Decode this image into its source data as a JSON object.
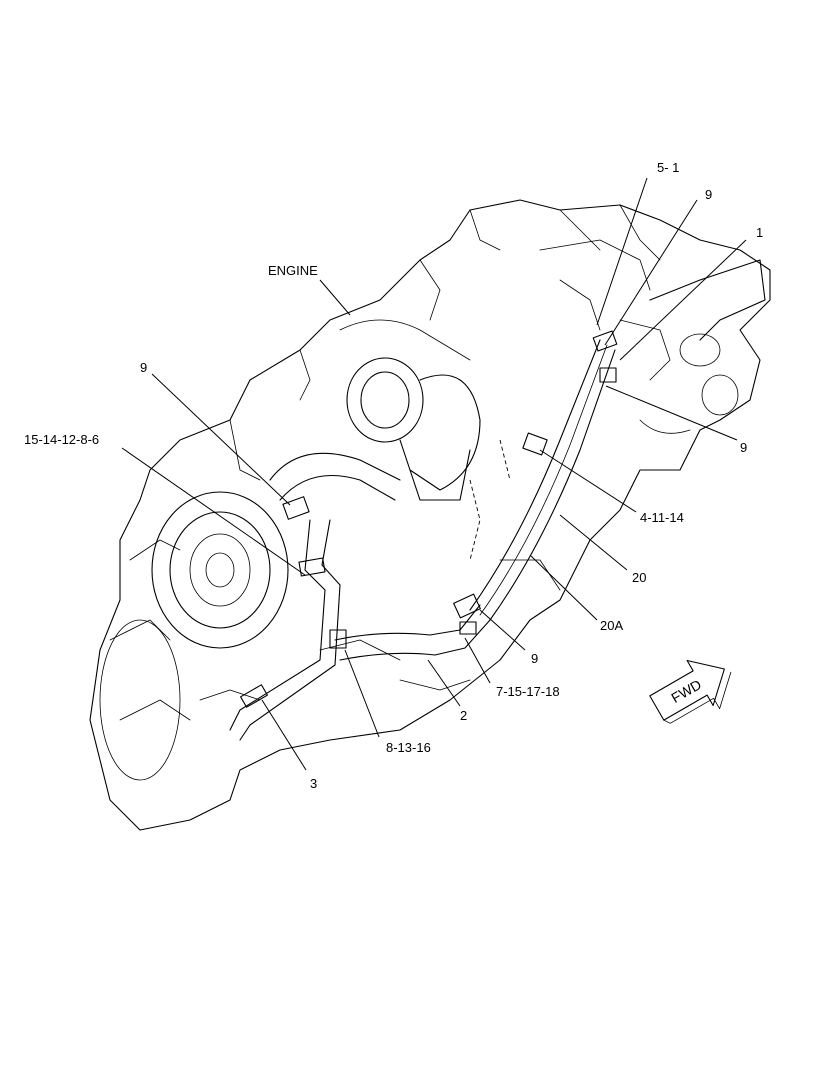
{
  "labels": {
    "engine": "ENGINE",
    "c_5_1": "5- 1",
    "c_9_top": "9",
    "c_1": "1",
    "c_9_left": "9",
    "c_15_14_12_8_6": "15-14-12-8-6",
    "c_9_right": "9",
    "c_4_11_14": "4-11-14",
    "c_20": "20",
    "c_20A": "20A",
    "c_9_mid": "9",
    "c_7_15_17_18": "7-15-17-18",
    "c_2": "2",
    "c_8_13_16": "8-13-16",
    "c_3": "3"
  },
  "fwd_arrow": {
    "text": "FWD"
  },
  "colors": {
    "line": "#000000",
    "background": "#ffffff"
  }
}
